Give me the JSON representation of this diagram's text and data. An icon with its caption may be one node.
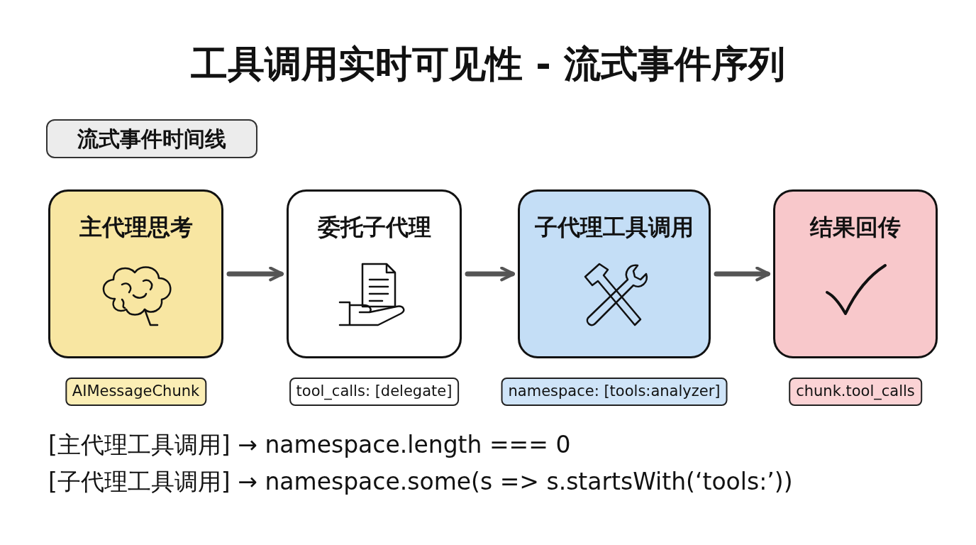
{
  "diagram": {
    "title": "工具调用实时可见性 - 流式事件序列",
    "nodes": [
      {
        "text": [
          "流式事件时间线"
        ]
      },
      {
        "text": [
          "主代理思考"
        ],
        "beside": [
          "AIMessageChunk"
        ]
      },
      {
        "text": [
          "委托子代理"
        ],
        "beside": [
          "tool_calls: [delegate]"
        ]
      },
      {
        "text": [
          "子代理工具调用"
        ],
        "beside": [
          "namespace: [tools:analyzer]"
        ]
      },
      {
        "text": [
          "结果回传"
        ],
        "beside": [
          "chunk.tool_calls"
        ]
      }
    ],
    "edges": [
      {
        "from": 1,
        "to": 2,
        "arrow": "to"
      },
      {
        "from": 2,
        "to": 3,
        "arrow": "to"
      },
      {
        "from": 3,
        "to": 4,
        "arrow": "to"
      }
    ],
    "labels": [
      "[主代理工具调用] → namespace.length === 0",
      "[子代理工具调用] → namespace.some(s => s.startsWith(‘tools:’))"
    ]
  }
}
